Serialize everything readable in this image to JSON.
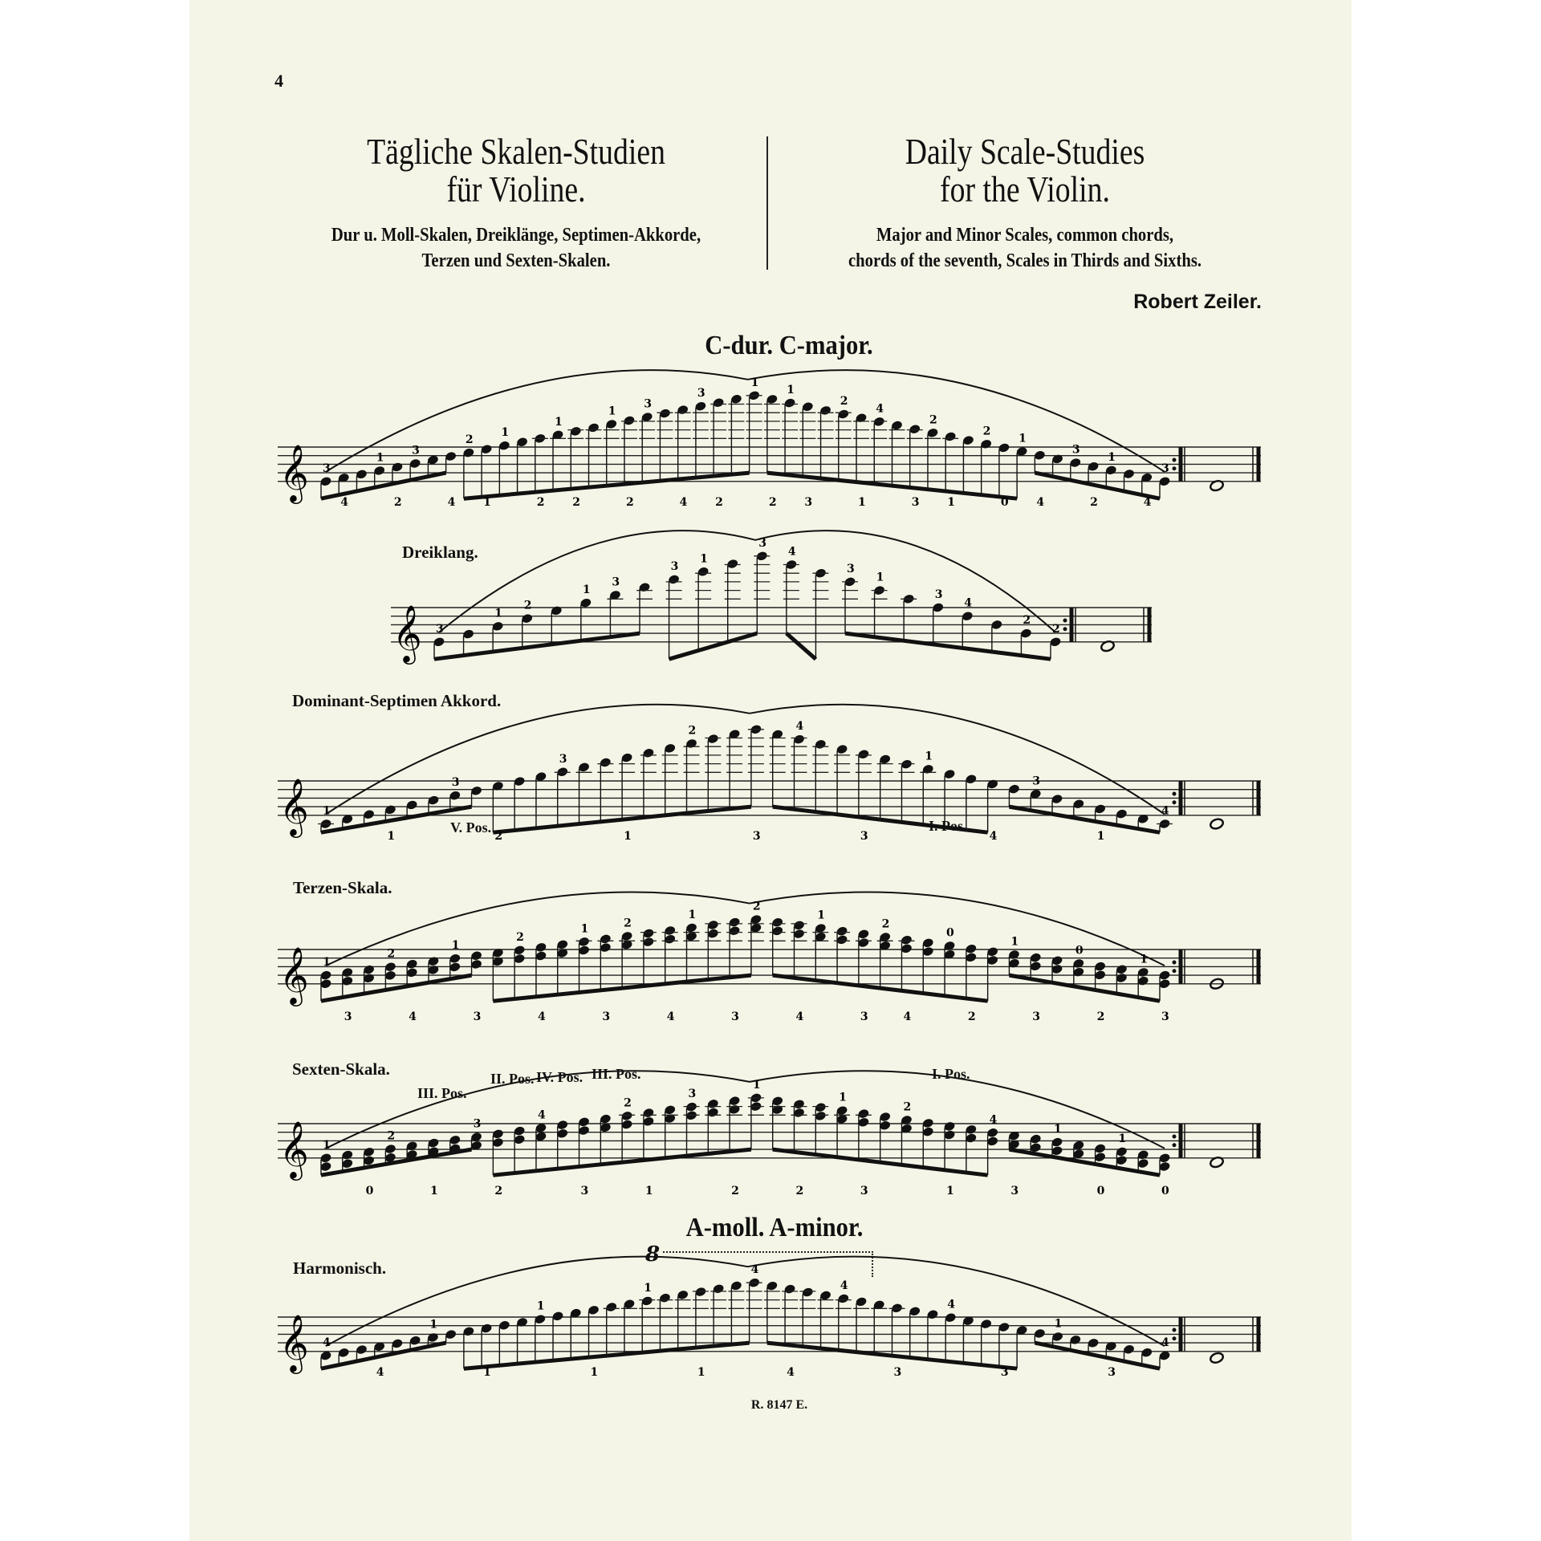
{
  "page_number": "4",
  "title_de": {
    "line1": "Tägliche Skalen-Studien",
    "line2": "für Violine.",
    "sub1": "Dur u. Moll-Skalen, Dreiklänge, Septimen-Akkorde,",
    "sub2": "Terzen und Sexten-Skalen."
  },
  "title_en": {
    "line1": "Daily Scale-Studies",
    "line2": "for the Violin.",
    "sub1": "Major and Minor Scales, common chords,",
    "sub2": "chords of the seventh, Scales in Thirds and Sixths."
  },
  "composer": "Robert Zeiler.",
  "sections": [
    {
      "heading": "C-dur.  C-major."
    },
    {
      "heading": "A-moll.  A-minor."
    }
  ],
  "exercises": [
    {
      "label": "",
      "fingering": [
        "3",
        "4",
        "1",
        "2",
        "3",
        "4",
        "2",
        "1",
        "1",
        "2",
        "1",
        "2",
        "1",
        "2",
        "3",
        "4",
        "3",
        "2",
        "1",
        "2",
        "1",
        "3",
        "2",
        "1",
        "4",
        "3",
        "2",
        "1",
        "2",
        "0",
        "1",
        "4",
        "3",
        "2",
        "1",
        "4",
        "3"
      ]
    },
    {
      "label": "Dreiklang.",
      "fingering": [
        "3",
        "1",
        "2",
        "1",
        "3",
        "3",
        "1",
        "3",
        "4",
        "3",
        "1",
        "3",
        "4",
        "2",
        "2"
      ]
    },
    {
      "label": "Dominant-Septimen Akkord.",
      "fingering": [
        "1",
        "1",
        "3",
        "2",
        "3",
        "1",
        "2",
        "3",
        "4",
        "3",
        "1",
        "4",
        "3",
        "1",
        "4"
      ],
      "positions": [
        "V. Pos.",
        "I. Pos."
      ]
    },
    {
      "label": "Terzen-Skala.",
      "fingering": [
        "1",
        "3",
        "2",
        "4",
        "1",
        "3",
        "2",
        "4",
        "1",
        "3",
        "2",
        "4",
        "1",
        "3",
        "2",
        "4",
        "1",
        "3",
        "2",
        "4",
        "0",
        "2",
        "1",
        "3",
        "0",
        "2",
        "1",
        "3"
      ]
    },
    {
      "label": "Sexten-Skala.",
      "fingering": [
        "1",
        "0",
        "2",
        "1",
        "3",
        "2",
        "4",
        "3",
        "2",
        "1",
        "3",
        "2",
        "1",
        "2",
        "1",
        "3",
        "2",
        "1",
        "4",
        "3",
        "1",
        "0",
        "1",
        "0"
      ],
      "positions": [
        "III. Pos.",
        "II. Pos.",
        "IV. Pos.",
        "III. Pos.",
        "I. Pos."
      ]
    },
    {
      "label": "Harmonisch.",
      "fingering": [
        "4",
        "4",
        "1",
        "1",
        "1",
        "1",
        "1",
        "1",
        "4",
        "4",
        "4",
        "3",
        "4",
        "3",
        "1",
        "3",
        "4"
      ],
      "ottava": "8"
    }
  ],
  "plate_number": "R. 8147 E."
}
